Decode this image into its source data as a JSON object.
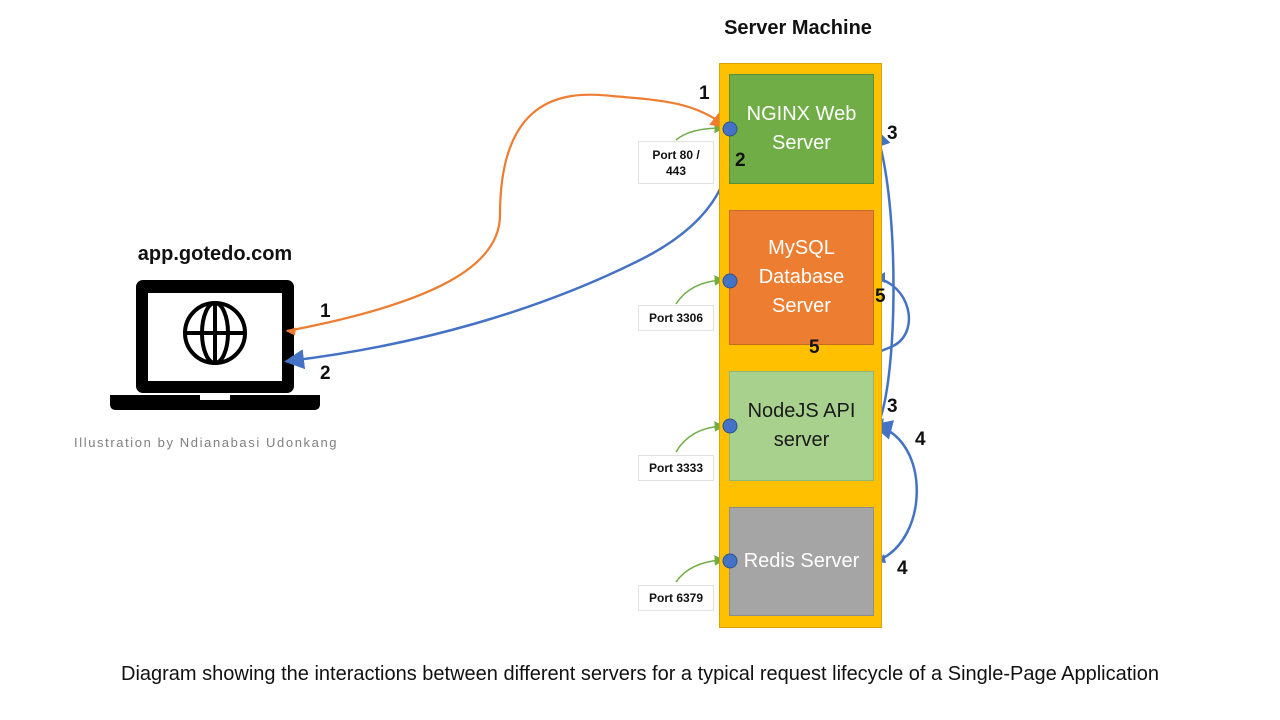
{
  "diagram": {
    "server_machine_title": "Server Machine",
    "client_label": "app.gotedo.com",
    "credit": "Illustration  by Ndianabasi Udonkang",
    "caption": "Diagram showing  the interactions between different servers for a typical request lifecycle of a Single-Page Application",
    "servers": {
      "nginx": {
        "label": "NGINX Web\nServer",
        "port": "Port 80 /\n443",
        "color": "#70AD47"
      },
      "mysql": {
        "label": "MySQL\nDatabase\nServer",
        "port": "Port 3306",
        "color": "#ED7D31"
      },
      "node": {
        "label": "NodeJS API\nserver",
        "port": "Port 3333",
        "color": "#A9D18E"
      },
      "redis": {
        "label": "Redis Server",
        "port": "Port 6379",
        "color": "#A5A5A5"
      }
    },
    "machine_color": "#FFC000",
    "step_labels": {
      "s1_nginx": "1",
      "s2_nginx": "2",
      "s1_client": "1",
      "s2_client": "2",
      "s3_nginx": "3",
      "s3_node": "3",
      "s4_node": "4",
      "s4_redis": "4",
      "s5_mysql": "5",
      "s5_node": "5"
    },
    "arrow_colors": {
      "request": "#ED7D31",
      "response": "#4472C4",
      "port_pointer": "#70AD47"
    },
    "icons": {
      "client": "laptop-globe-icon",
      "port": "port-dot-icon"
    }
  }
}
